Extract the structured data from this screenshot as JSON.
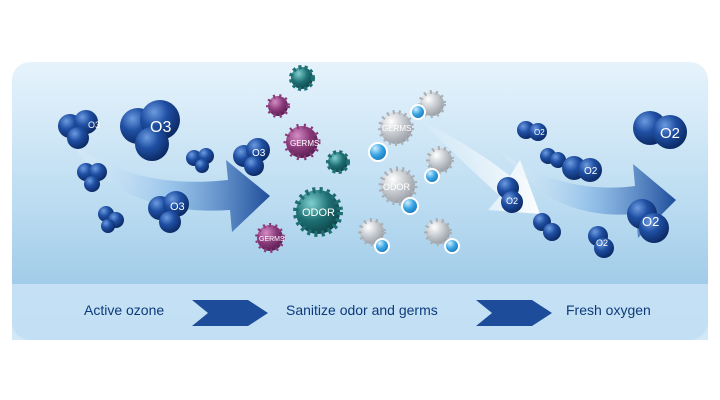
{
  "steps": [
    {
      "label": "Active ozone"
    },
    {
      "label": "Sanitize odor and germs"
    },
    {
      "label": "Fresh oxygen"
    }
  ],
  "molecules": {
    "ozone": "O3",
    "oxygen": "O2",
    "germs": "GERMS",
    "odor": "ODOR"
  },
  "colors": {
    "panel_top": "#dbeefa",
    "panel_bottom": "#9cc6e5",
    "caption_band": "#c9e3f6",
    "molecule_blue": "#1f4fa3",
    "germ_purple": "#8a3a7a",
    "odor_teal": "#1e6f73",
    "gray_germ": "#b7bcc2",
    "arrow_dark": "#1d4c9a",
    "text": "#0d3a7a"
  }
}
